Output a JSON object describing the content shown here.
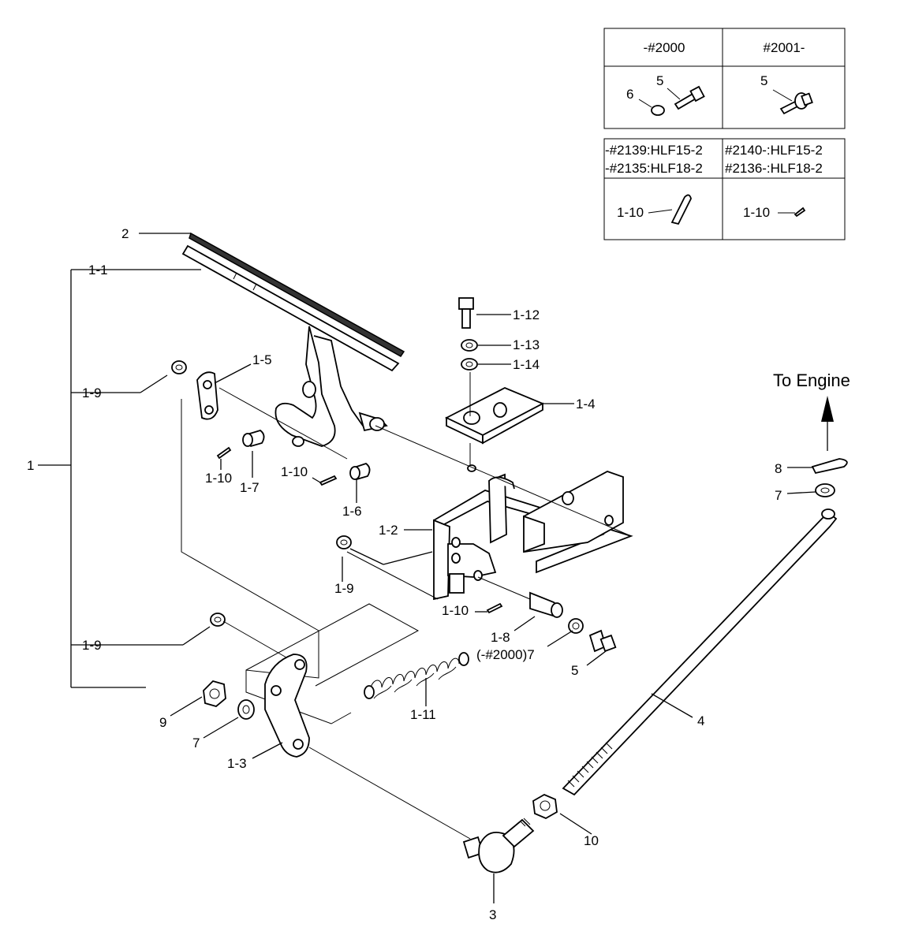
{
  "variant_table": {
    "col_left": "-#2000",
    "col_right": "#2001-",
    "left_parts": [
      "6",
      "5"
    ],
    "right_parts": [
      "5"
    ]
  },
  "model_table": {
    "left_line1": "-#2139:HLF15-2",
    "left_line2": "-#2135:HLF18-2",
    "right_line1": "#2140-:HLF15-2",
    "right_line2": "#2136-:HLF18-2",
    "left_part": "1-10",
    "right_part": "1-10"
  },
  "to_engine": "To Engine",
  "callouts": {
    "p1": "1",
    "p1_1": "1-1",
    "p2": "2",
    "p1_2": "1-2",
    "p1_3": "1-3",
    "p1_4": "1-4",
    "p1_5": "1-5",
    "p1_6": "1-6",
    "p1_7": "1-7",
    "p1_8": "1-8",
    "p1_8_note": "(-#2000)7",
    "p1_9_a": "1-9",
    "p1_9_b": "1-9",
    "p1_9_c": "1-9",
    "p1_10_a": "1-10",
    "p1_10_b": "1-10",
    "p1_10_c": "1-10",
    "p1_11": "1-11",
    "p1_12": "1-12",
    "p1_13": "1-13",
    "p1_14": "1-14",
    "p3": "3",
    "p4": "4",
    "p5": "5",
    "p7_a": "7",
    "p7_b": "7",
    "p8": "8",
    "p9": "9",
    "p10": "10"
  }
}
